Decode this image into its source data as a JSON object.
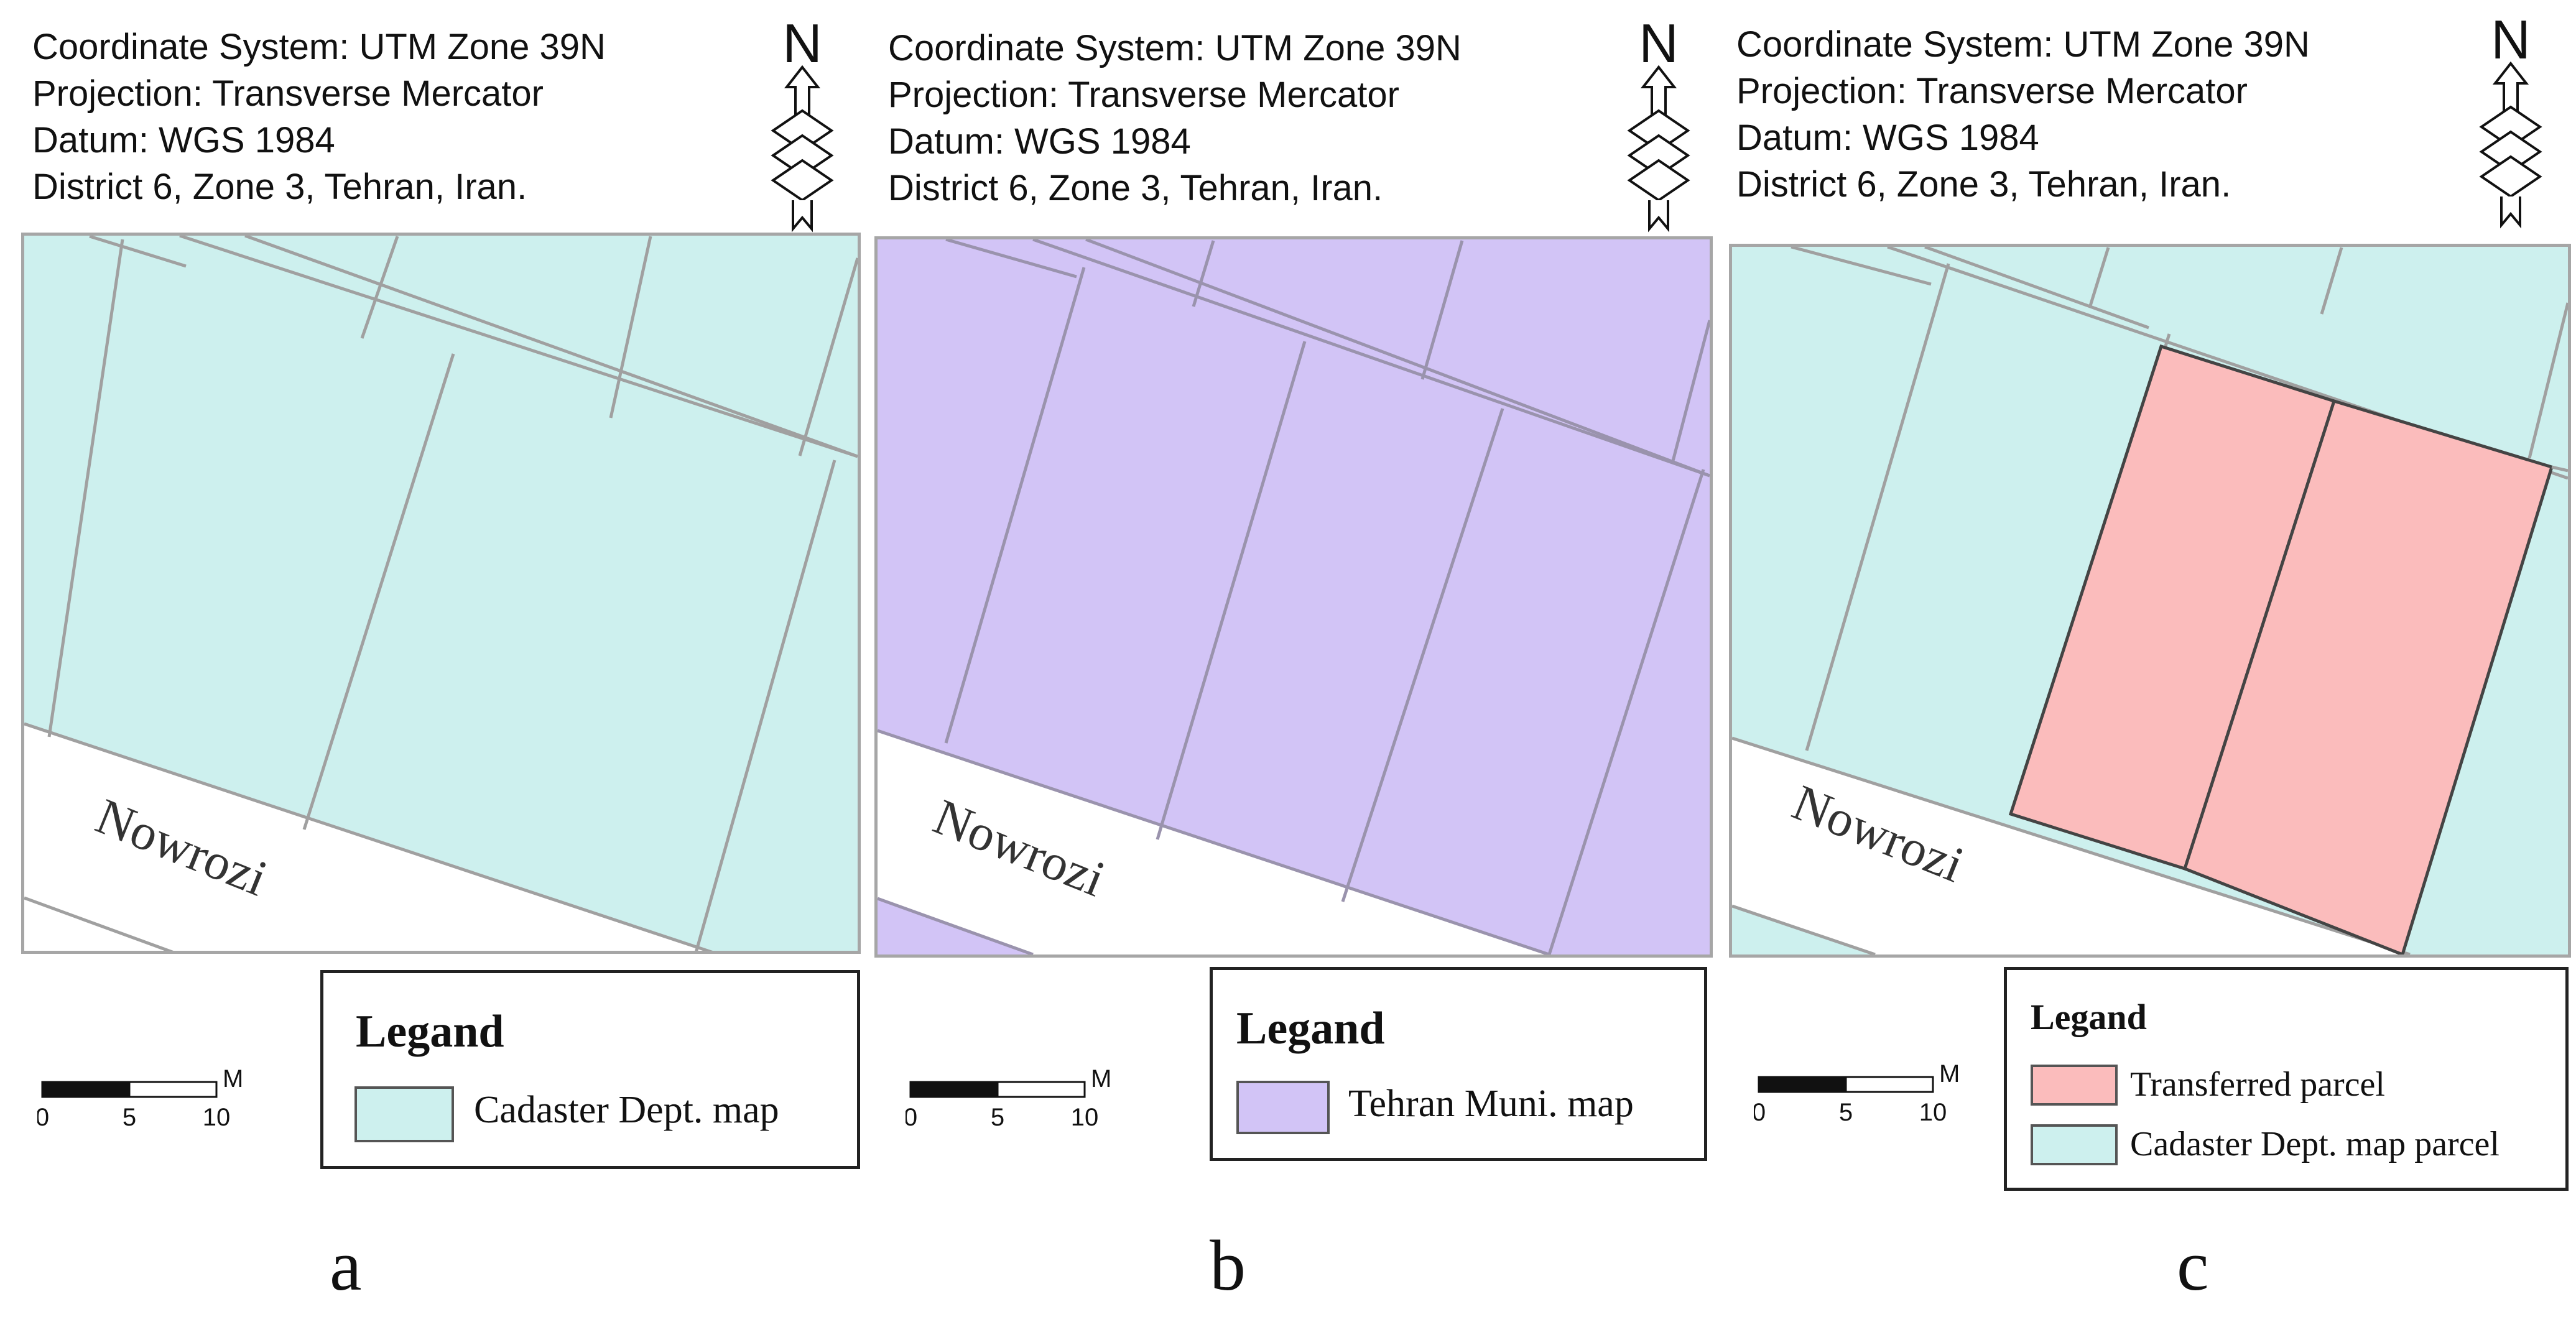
{
  "panels": [
    {
      "label": "a",
      "header": [
        "Coordinate System: UTM Zone 39N",
        "Projection: Transverse Mercator",
        "Datum: WGS 1984",
        "District 6, Zone 3, Tehran, Iran."
      ],
      "street": "Nowrozi",
      "legend_title": "Legand",
      "legend_items": [
        {
          "label": "Cadaster Dept. map",
          "color": "#cdf0ee"
        }
      ],
      "parcel_color": "#cdf0ee",
      "scale": {
        "unit": "M",
        "ticks": [
          "0",
          "5",
          "10"
        ]
      },
      "north_label": "N"
    },
    {
      "label": "b",
      "header": [
        "Coordinate System: UTM Zone 39N",
        "Projection: Transverse Mercator",
        "Datum: WGS 1984",
        "District 6, Zone 3, Tehran, Iran."
      ],
      "street": "Nowrozi",
      "legend_title": "Legand",
      "legend_items": [
        {
          "label": "Tehran Muni. map",
          "color": "#d2c4f6"
        }
      ],
      "parcel_color": "#d2c4f6",
      "scale": {
        "unit": "M",
        "ticks": [
          "0",
          "5",
          "10"
        ]
      },
      "north_label": "N"
    },
    {
      "label": "c",
      "header": [
        "Coordinate System: UTM Zone 39N",
        "Projection: Transverse Mercator",
        "Datum: WGS 1984",
        "District 6, Zone 3, Tehran, Iran."
      ],
      "street": "Nowrozi",
      "legend_title": "Legand",
      "legend_items": [
        {
          "label": "Transferred parcel",
          "color": "#fbbcbc"
        },
        {
          "label": "Cadaster Dept. map parcel",
          "color": "#cdf0ee"
        }
      ],
      "parcel_color": "#cdf0ee",
      "highlight_color": "#fbbcbc",
      "scale": {
        "unit": "M",
        "ticks": [
          "0",
          "5",
          "10"
        ]
      },
      "north_label": "N"
    }
  ]
}
